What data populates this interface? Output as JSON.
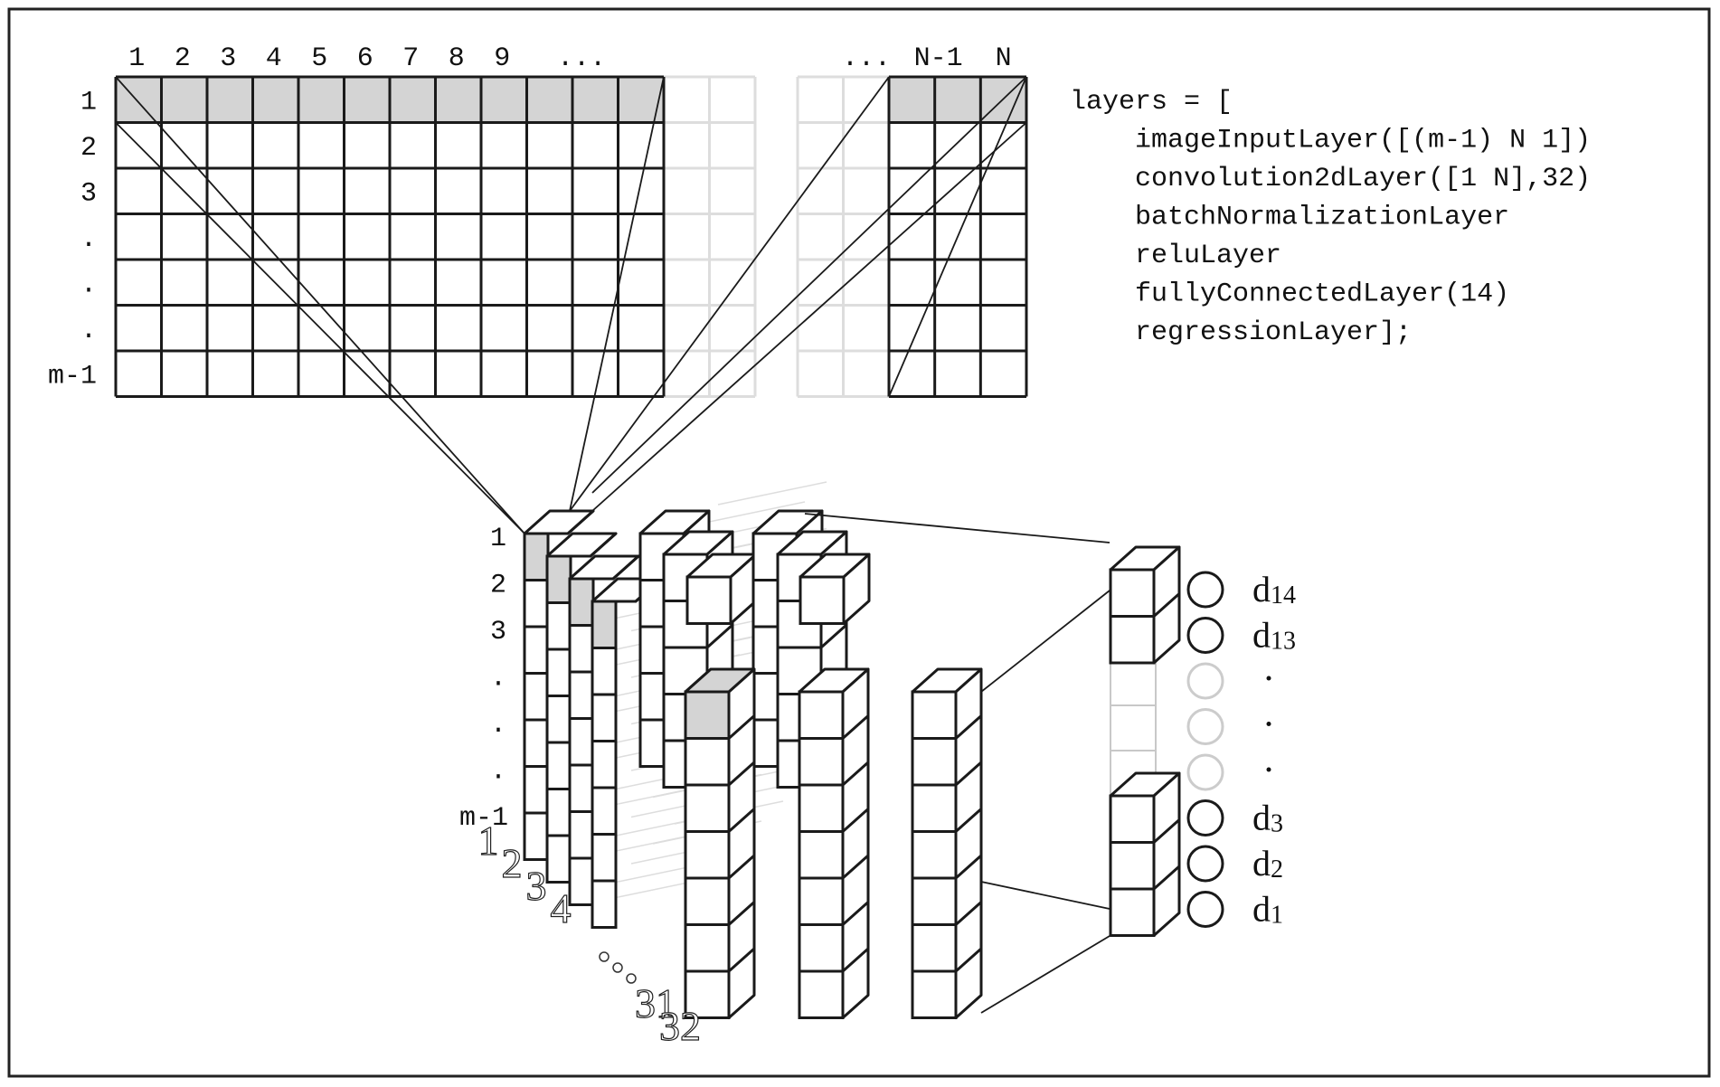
{
  "input_grid": {
    "col_labels_left": [
      "1",
      "2",
      "3",
      "4",
      "5",
      "6",
      "7",
      "8",
      "9",
      "..."
    ],
    "col_labels_right": [
      "...",
      "N-1",
      "N"
    ],
    "row_labels": [
      "1",
      "2",
      "3",
      ".",
      ".",
      ".",
      "m-1"
    ]
  },
  "feature_stack": {
    "row_labels": [
      "1",
      "2",
      "3",
      ".",
      ".",
      ".",
      "m-1"
    ],
    "channel_labels": [
      "1",
      "2",
      "3",
      "4",
      "...",
      "31",
      "32"
    ]
  },
  "outputs": [
    {
      "base": "d",
      "sub": "14"
    },
    {
      "base": "d",
      "sub": "13"
    },
    {
      "base": ".",
      "sub": ""
    },
    {
      "base": ".",
      "sub": ""
    },
    {
      "base": ".",
      "sub": ""
    },
    {
      "base": "d",
      "sub": "3"
    },
    {
      "base": "d",
      "sub": "2"
    },
    {
      "base": "d",
      "sub": "1"
    }
  ],
  "code": {
    "lines": [
      "layers = [",
      "    imageInputLayer([(m-1) N 1])",
      "    convolution2dLayer([1 N],32)",
      "    batchNormalizationLayer",
      "    reluLayer",
      "    fullyConnectedLayer(14)",
      "    regressionLayer];"
    ]
  },
  "colors": {
    "stroke": "#1a1a1a",
    "highlight": "#d4d4d4",
    "faded": "#c8c8c8"
  }
}
